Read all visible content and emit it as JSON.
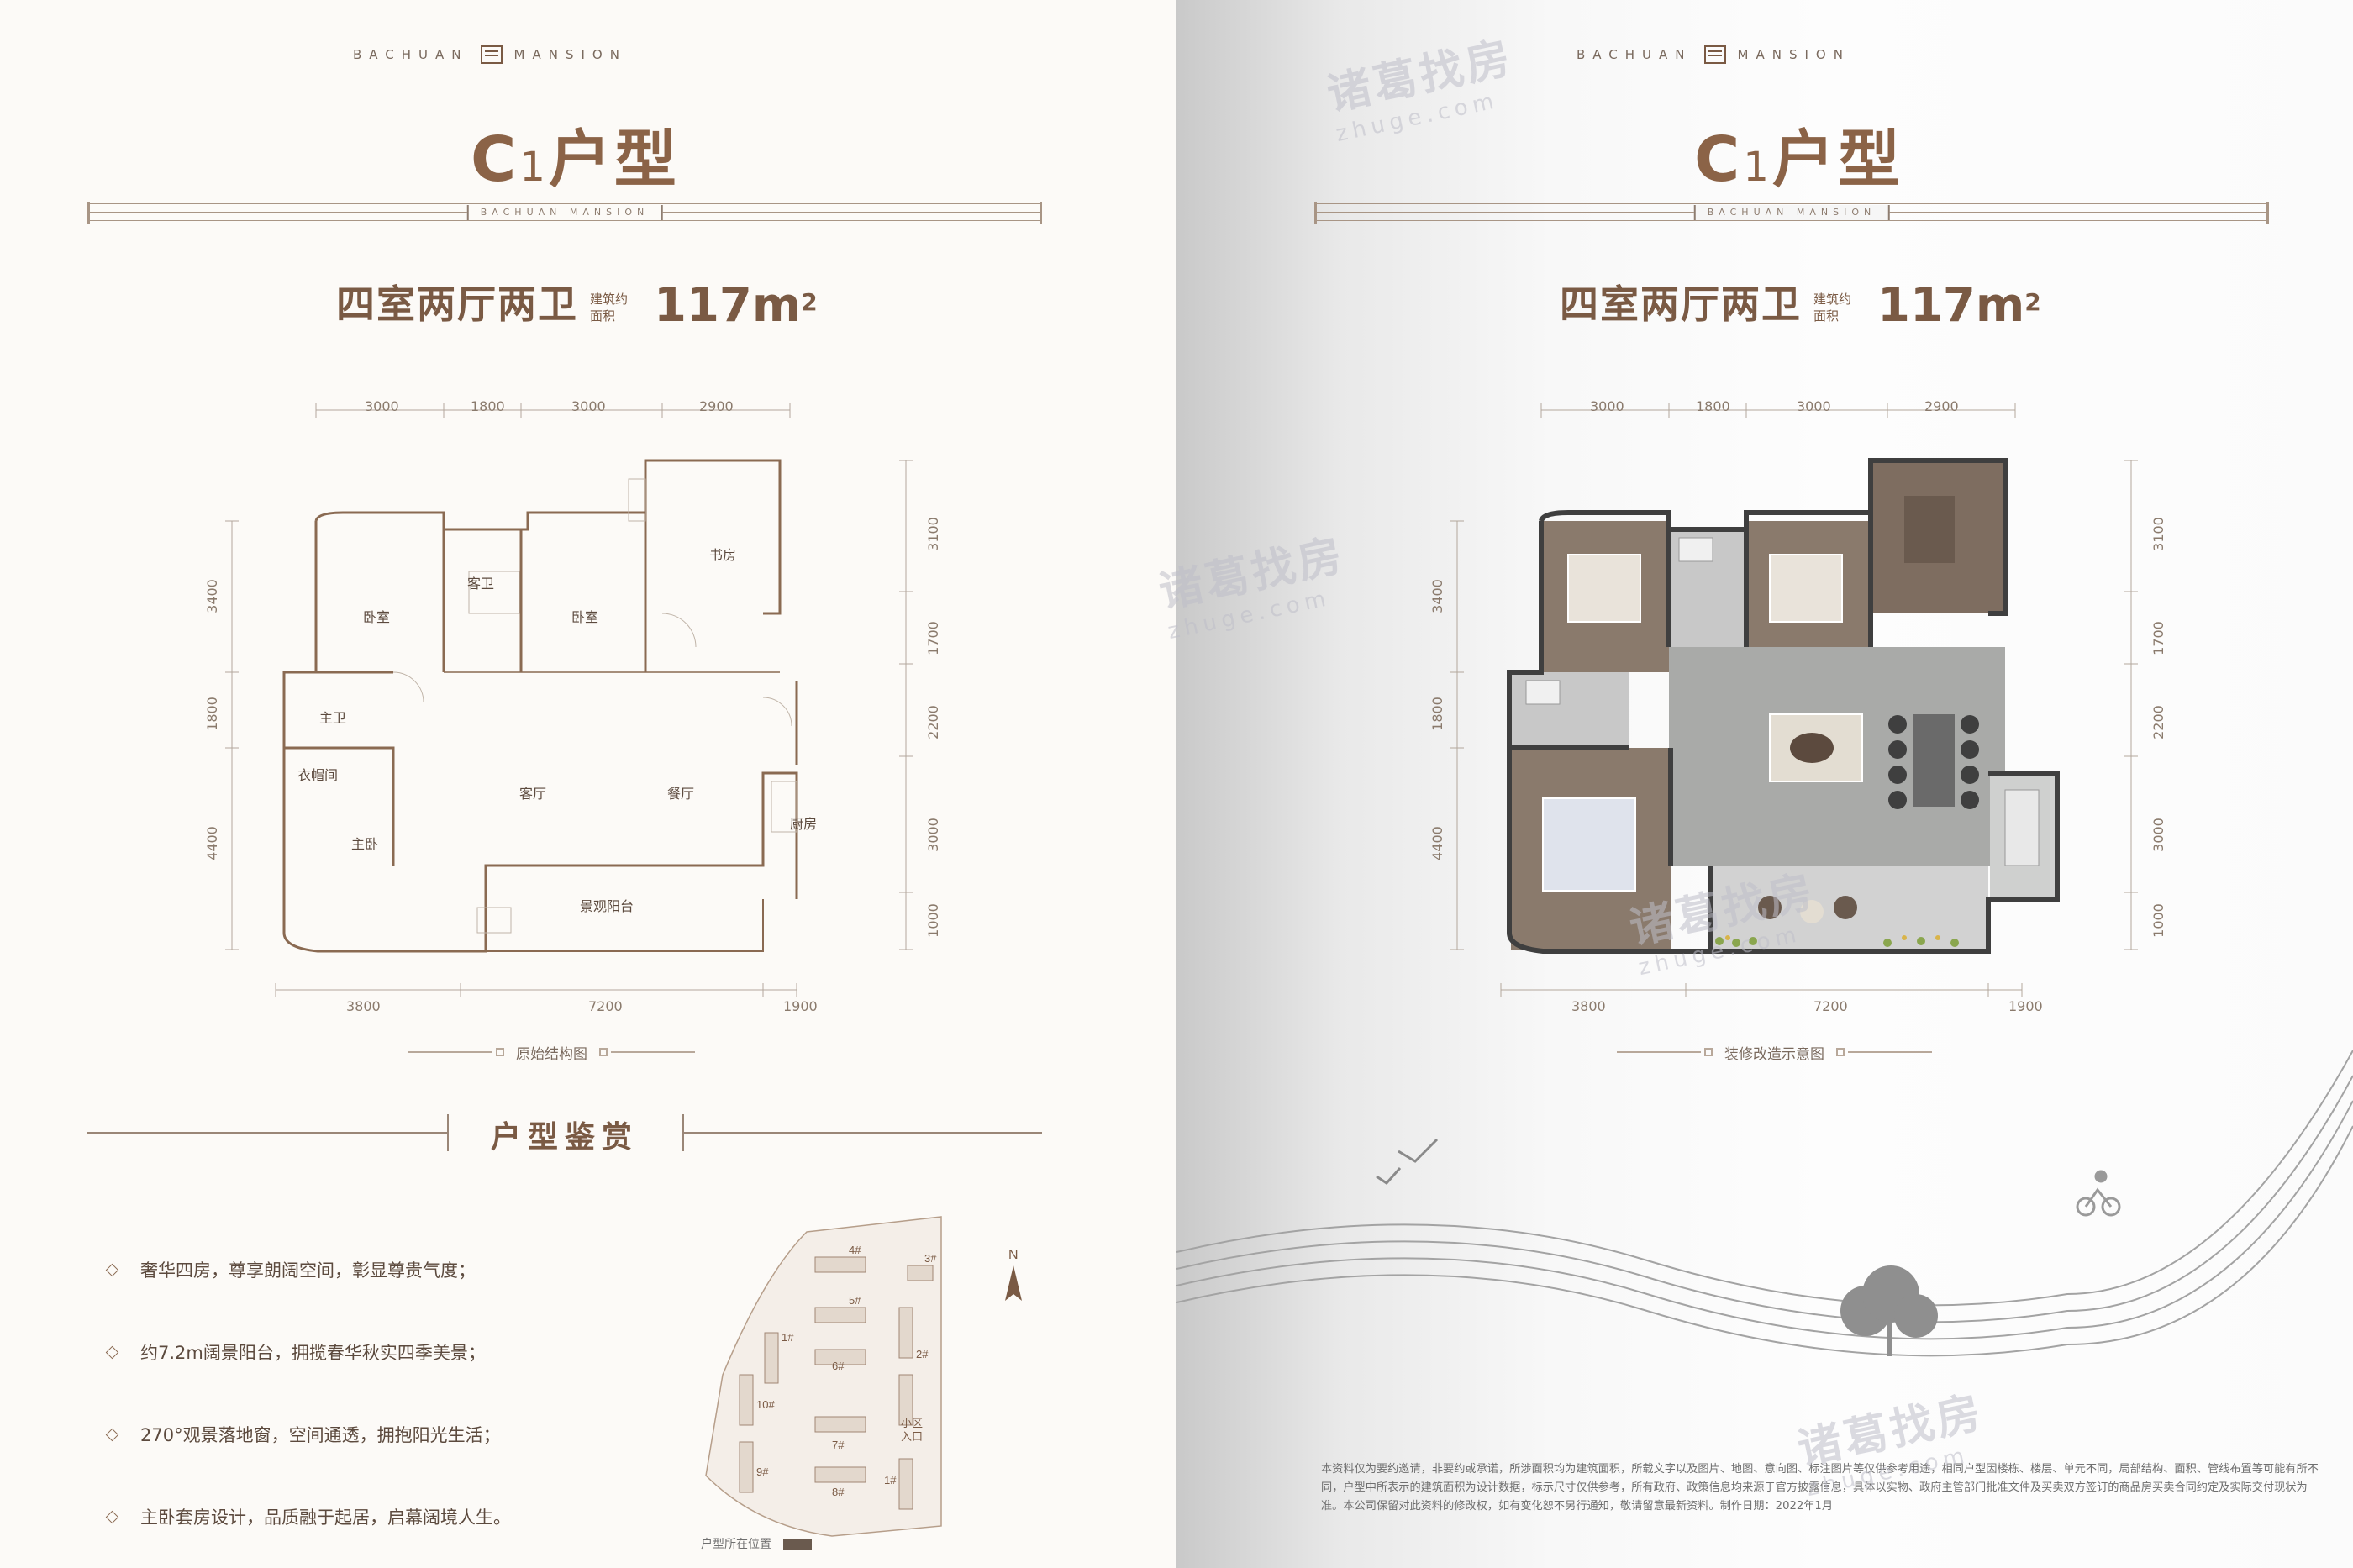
{
  "brand": {
    "left": "BACHUAN",
    "right": "MANSION",
    "rule_text": "BACHUAN MANSION"
  },
  "left_page": {
    "title_main": "C",
    "title_sub": "1",
    "title_rest": "户型",
    "layout_name": "四室两厅两卫",
    "area_label_line1": "建筑约",
    "area_label_line2": "面积",
    "area_value": "117m",
    "area_sup": "2",
    "caption": "原始结构图",
    "appreciation_title": "户型鉴赏",
    "features": [
      "奢华四房，尊享朗阔空间，彰显尊贵气度；",
      "约7.2m阔景阳台，拥揽春华秋实四季美景；",
      "270°观景落地窗，空间通透，拥抱阳光生活；",
      "主卧套房设计，品质融于起居，启幕阔境人生。"
    ],
    "rooms": {
      "bedroom_a": "卧室",
      "guest_bath": "客卫",
      "bedroom_b": "卧室",
      "study": "书房",
      "master_bath": "主卫",
      "cloakroom": "衣帽间",
      "master_bedroom": "主卧",
      "living": "客厅",
      "dining": "餐厅",
      "kitchen": "厨房",
      "balcony": "景观阳台"
    },
    "site_map": {
      "caption": "户型所在位置",
      "north": "N",
      "entrance_line1": "小区",
      "entrance_line2": "入口",
      "buildings": [
        "4#",
        "3#",
        "5#",
        "1#",
        "6#",
        "2#",
        "10#",
        "9#",
        "7#",
        "8#",
        "1#"
      ]
    }
  },
  "right_page": {
    "title_main": "C",
    "title_sub": "1",
    "title_rest": "户型",
    "layout_name": "四室两厅两卫",
    "area_label_line1": "建筑约",
    "area_label_line2": "面积",
    "area_value": "117m",
    "area_sup": "2",
    "caption": "装修改造示意图",
    "disclaimer": "本资料仅为要约邀请，非要约或承诺，所涉面积均为建筑面积，所载文字以及图片、地图、意向图、标注图片等仅供参考用途，相同户型因楼栋、楼层、单元不同，局部结构、面积、管线布置等可能有所不同，户型中所表示的建筑面积为设计数据，标示尺寸仅供参考，所有政府、政策信息均来源于官方披露信息，具体以实物、政府主管部门批准文件及买卖双方签订的商品房买卖合同约定及实际交付现状为准。本公司保留对此资料的修改权，如有变化恕不另行通知，敬请留意最新资料。制作日期：2022年1月"
  },
  "dimensions": {
    "top": [
      "3000",
      "1800",
      "3000",
      "2900"
    ],
    "bottom": [
      "3800",
      "7200",
      "1900"
    ],
    "left": [
      "3400",
      "1800",
      "4400"
    ],
    "right": [
      "3100",
      "1700",
      "2200",
      "3000",
      "1000"
    ]
  },
  "watermark": {
    "cn": "诸葛找房",
    "en": "zhuge.com"
  },
  "colors": {
    "accent": "#8b6347",
    "wall": "#4a4a4a",
    "floor_wood": "#8a7a6c",
    "floor_tile": "#a9aaa8"
  }
}
